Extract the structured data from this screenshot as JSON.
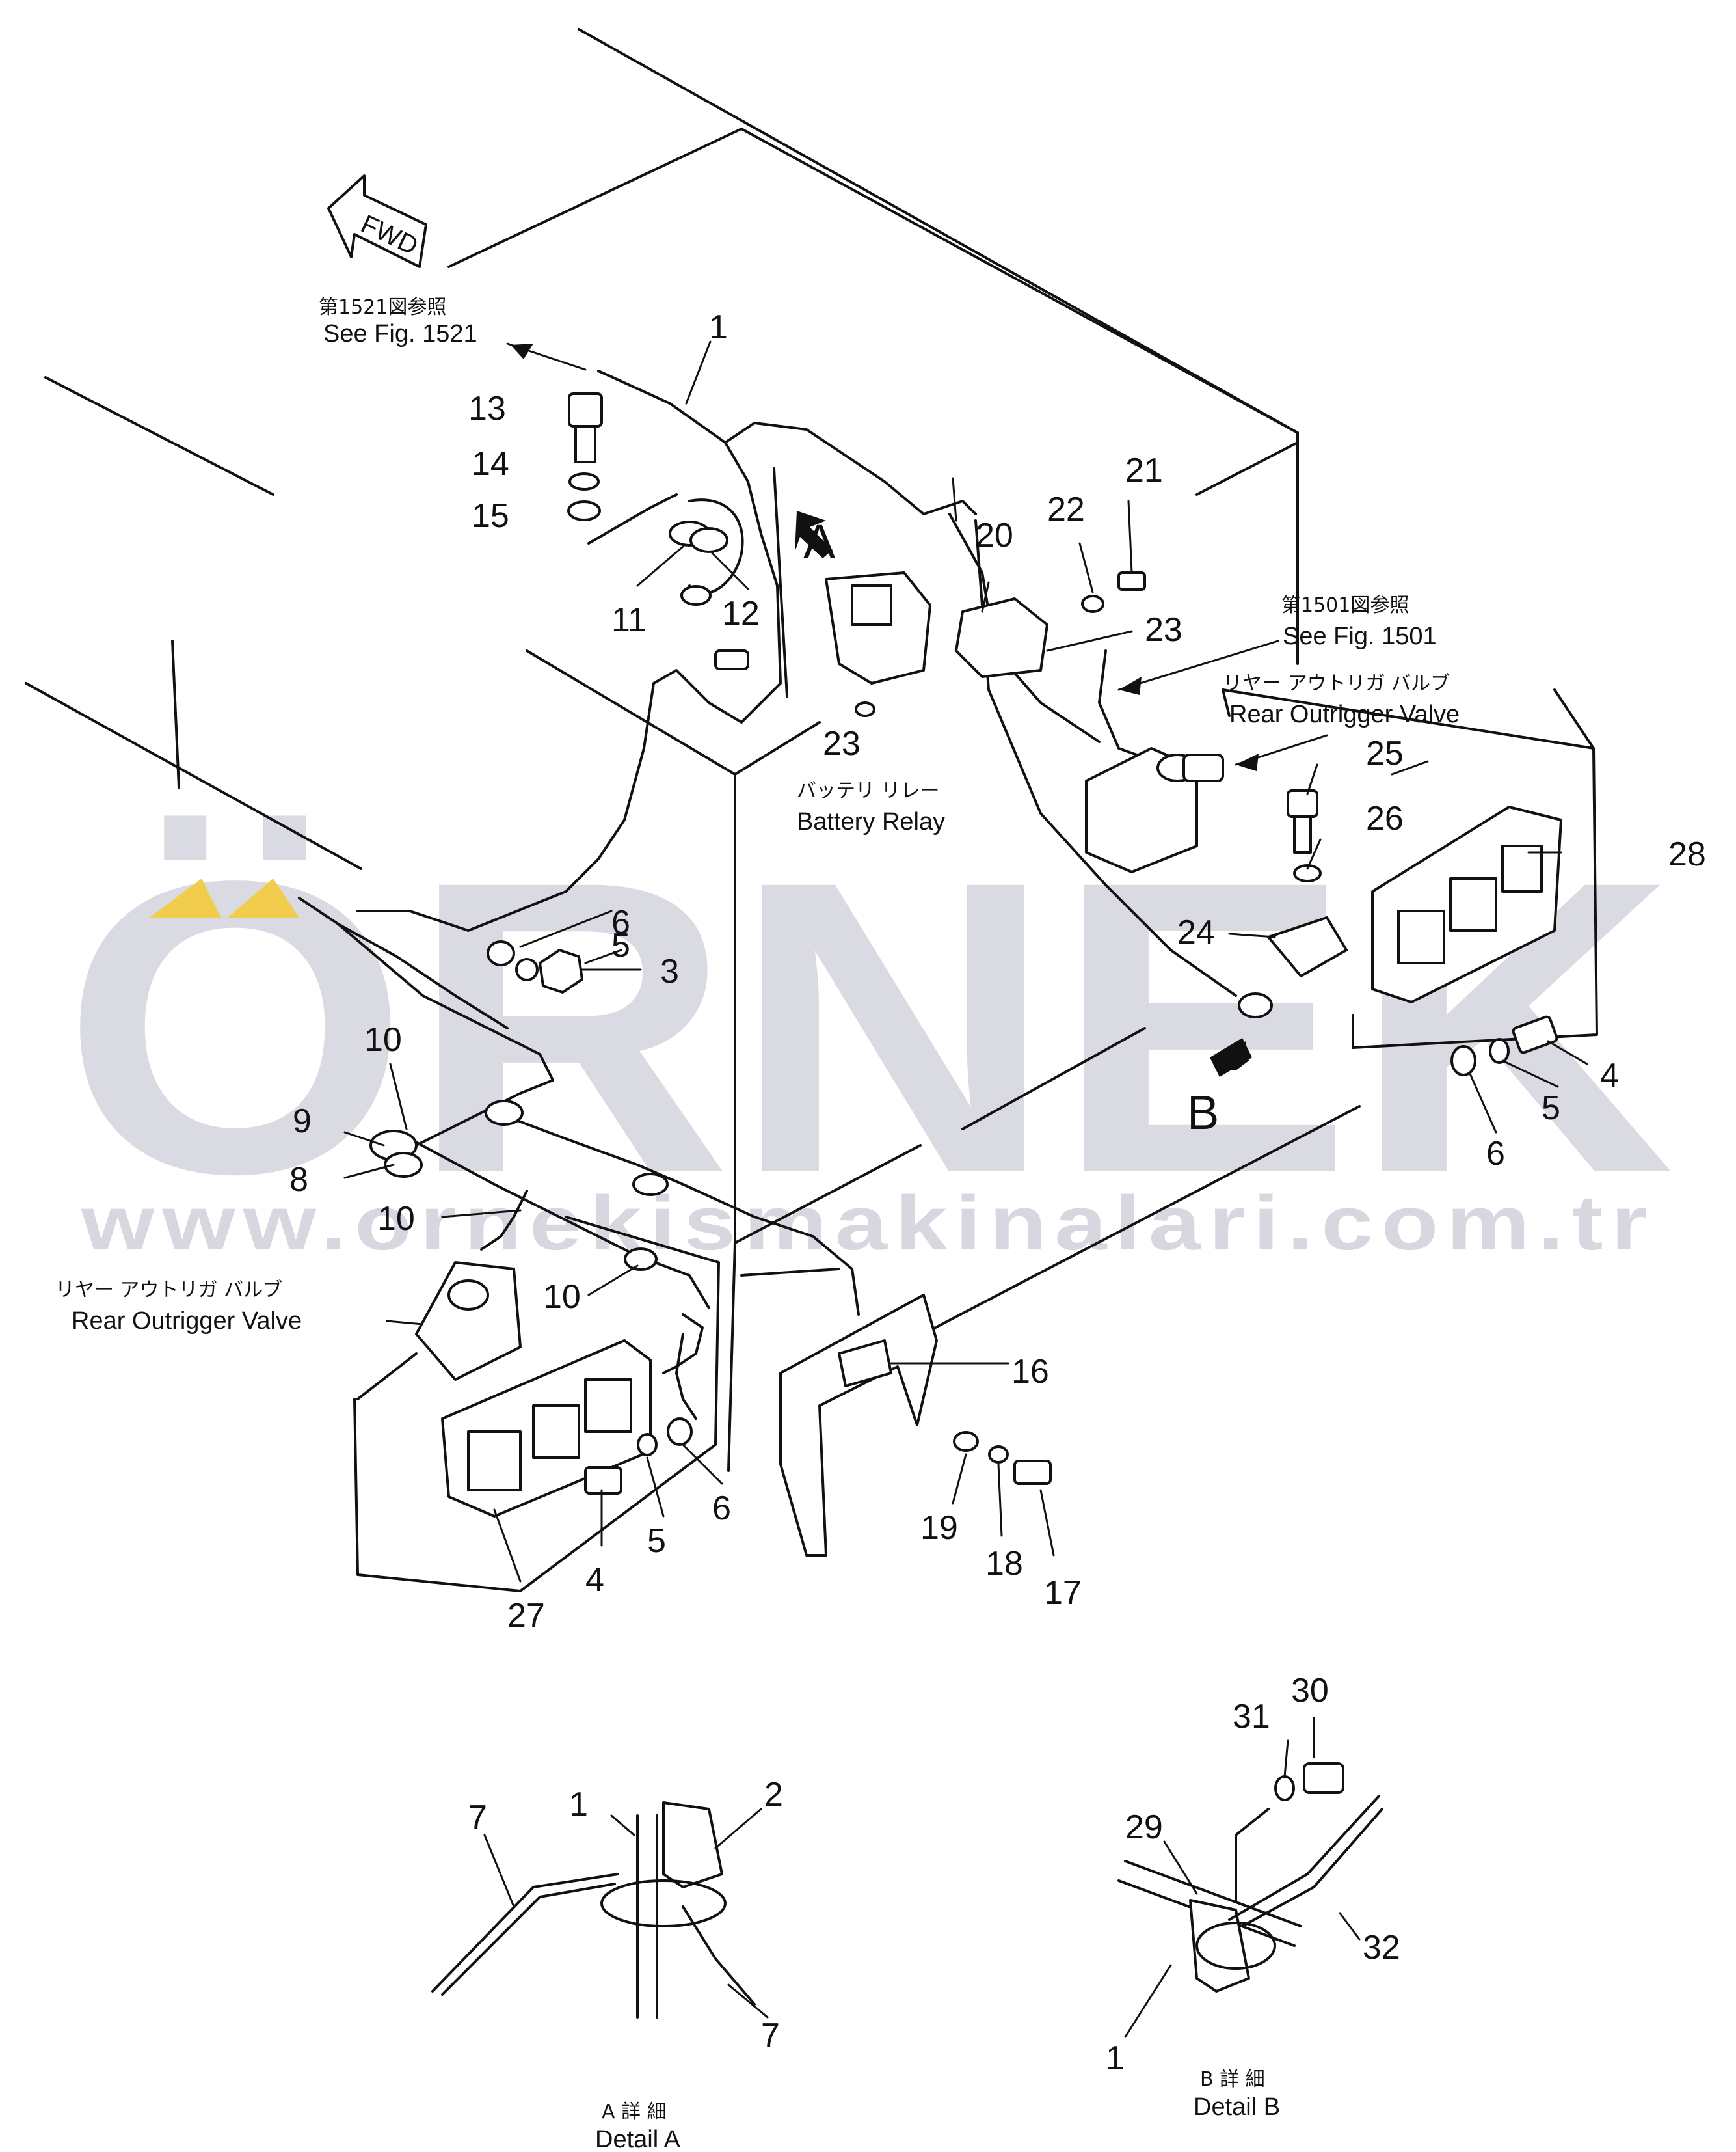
{
  "watermark": {
    "brand": "ÖRNEK",
    "url": "www.ornekismakinalari.com.tr",
    "color": "#d3d3dc",
    "accent": "#f2cc4d"
  },
  "fwd": "FWD",
  "refs": {
    "fig1521_jp": "第1521図参照",
    "fig1521": "See Fig. 1521",
    "fig1501_jp": "第1501図参照",
    "fig1501": "See Fig. 1501"
  },
  "labels": {
    "battery_relay_jp": "バッテリ リレー",
    "battery_relay": "Battery Relay",
    "rov_right_jp": "リヤー アウトリガ バルブ",
    "rov_right": "Rear Outrigger Valve",
    "rov_left_jp": "リヤー アウトリガ バルブ",
    "rov_left": "Rear Outrigger Valve",
    "detail_a_jp": "A 詳 細",
    "detail_a": "Detail A",
    "detail_b_jp": "B 詳 細",
    "detail_b": "Detail B",
    "view_a": "A",
    "view_b": "B"
  },
  "callouts": {
    "c1": "1",
    "c2": "2",
    "c3": "3",
    "c4a": "4",
    "c4b": "4",
    "c5a": "5",
    "c5b": "5",
    "c5c": "5",
    "c6a": "6",
    "c6b": "6",
    "c6c": "6",
    "c7a": "7",
    "c7b": "7",
    "c8": "8",
    "c9": "9",
    "c10a": "10",
    "c10b": "10",
    "c10c": "10",
    "c11": "11",
    "c12": "12",
    "c13": "13",
    "c14": "14",
    "c15": "15",
    "c16": "16",
    "c17": "17",
    "c18": "18",
    "c19": "19",
    "c20": "20",
    "c21": "21",
    "c22": "22",
    "c23a": "23",
    "c23b": "23",
    "c24": "24",
    "c25": "25",
    "c26": "26",
    "c27": "27",
    "c28": "28",
    "c29": "29",
    "c30": "30",
    "c31": "31",
    "c32": "32",
    "c1a": "1",
    "c1b": "1"
  }
}
